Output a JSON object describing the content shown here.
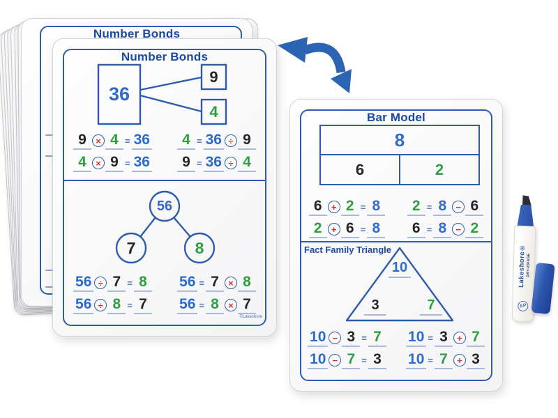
{
  "colors": {
    "template_blue": "#2e5cac",
    "title_blue": "#1a4aa5",
    "hand_blue": "#2f6cc8",
    "hand_green": "#2f9e44",
    "hand_black": "#26262a",
    "op_red": "#d9332b",
    "underline": "#a8bad8",
    "arrow_blue": "#2a64b2",
    "cap_blue": "#2d56b0"
  },
  "back_board": {
    "title": "Number Bonds"
  },
  "front_board": {
    "title": "Number Bonds",
    "bond_box": {
      "whole": {
        "v": "36",
        "c": "b"
      },
      "part_top": {
        "v": "9",
        "c": "k"
      },
      "part_bottom": {
        "v": "4",
        "c": "g"
      }
    },
    "eq_top": [
      {
        "t": [
          {
            "v": "9",
            "c": "k"
          },
          {
            "v": "×",
            "c": "r"
          },
          {
            "v": "4",
            "c": "g"
          },
          {
            "v": "=",
            "c": "t"
          },
          {
            "v": "36",
            "c": "b"
          }
        ]
      },
      {
        "t": [
          {
            "v": "4",
            "c": "g"
          },
          {
            "v": "=",
            "c": "t"
          },
          {
            "v": "36",
            "c": "b"
          },
          {
            "v": "÷",
            "c": "r"
          },
          {
            "v": "9",
            "c": "k"
          }
        ]
      },
      {
        "t": [
          {
            "v": "4",
            "c": "g"
          },
          {
            "v": "×",
            "c": "r"
          },
          {
            "v": "9",
            "c": "k"
          },
          {
            "v": "=",
            "c": "t"
          },
          {
            "v": "36",
            "c": "b"
          }
        ]
      },
      {
        "t": [
          {
            "v": "9",
            "c": "k"
          },
          {
            "v": "=",
            "c": "t"
          },
          {
            "v": "36",
            "c": "b"
          },
          {
            "v": "÷",
            "c": "r"
          },
          {
            "v": "4",
            "c": "g"
          }
        ]
      }
    ],
    "bond_circle": {
      "whole": {
        "v": "56",
        "c": "b"
      },
      "left": {
        "v": "7",
        "c": "k"
      },
      "right": {
        "v": "8",
        "c": "g"
      }
    },
    "eq_bottom": [
      {
        "t": [
          {
            "v": "56",
            "c": "b"
          },
          {
            "v": "÷",
            "c": "r"
          },
          {
            "v": "7",
            "c": "k"
          },
          {
            "v": "=",
            "c": "t"
          },
          {
            "v": "8",
            "c": "g"
          }
        ]
      },
      {
        "t": [
          {
            "v": "56",
            "c": "b"
          },
          {
            "v": "=",
            "c": "t"
          },
          {
            "v": "7",
            "c": "k"
          },
          {
            "v": "×",
            "c": "r"
          },
          {
            "v": "8",
            "c": "g"
          }
        ]
      },
      {
        "t": [
          {
            "v": "56",
            "c": "b"
          },
          {
            "v": "÷",
            "c": "r"
          },
          {
            "v": "8",
            "c": "g"
          },
          {
            "v": "=",
            "c": "t"
          },
          {
            "v": "7",
            "c": "k"
          }
        ]
      },
      {
        "t": [
          {
            "v": "56",
            "c": "b"
          },
          {
            "v": "=",
            "c": "t"
          },
          {
            "v": "8",
            "c": "g"
          },
          {
            "v": "×",
            "c": "r"
          },
          {
            "v": "7",
            "c": "k"
          }
        ]
      }
    ],
    "copyright": "©Lakeshore"
  },
  "right_board": {
    "title": "Bar Model",
    "bar": {
      "whole": {
        "v": "8",
        "c": "b"
      },
      "left": {
        "v": "6",
        "c": "k"
      },
      "right": {
        "v": "2",
        "c": "g"
      }
    },
    "eq_top": [
      {
        "t": [
          {
            "v": "6",
            "c": "k"
          },
          {
            "v": "+",
            "c": "r"
          },
          {
            "v": "2",
            "c": "g"
          },
          {
            "v": "=",
            "c": "t"
          },
          {
            "v": "8",
            "c": "b"
          }
        ]
      },
      {
        "t": [
          {
            "v": "2",
            "c": "g"
          },
          {
            "v": "=",
            "c": "t"
          },
          {
            "v": "8",
            "c": "b"
          },
          {
            "v": "−",
            "c": "r"
          },
          {
            "v": "6",
            "c": "k"
          }
        ]
      },
      {
        "t": [
          {
            "v": "2",
            "c": "g"
          },
          {
            "v": "+",
            "c": "r"
          },
          {
            "v": "6",
            "c": "k"
          },
          {
            "v": "=",
            "c": "t"
          },
          {
            "v": "8",
            "c": "b"
          }
        ]
      },
      {
        "t": [
          {
            "v": "6",
            "c": "k"
          },
          {
            "v": "=",
            "c": "t"
          },
          {
            "v": "8",
            "c": "b"
          },
          {
            "v": "−",
            "c": "r"
          },
          {
            "v": "2",
            "c": "g"
          }
        ]
      }
    ],
    "triangle_label": "Fact Family Triangle",
    "triangle": {
      "top": {
        "v": "10",
        "c": "b"
      },
      "left": {
        "v": "3",
        "c": "k"
      },
      "right": {
        "v": "7",
        "c": "g"
      }
    },
    "eq_bottom": [
      {
        "t": [
          {
            "v": "10",
            "c": "b"
          },
          {
            "v": "−",
            "c": "r"
          },
          {
            "v": "3",
            "c": "k"
          },
          {
            "v": "=",
            "c": "t"
          },
          {
            "v": "7",
            "c": "g"
          }
        ]
      },
      {
        "t": [
          {
            "v": "10",
            "c": "b"
          },
          {
            "v": "=",
            "c": "t"
          },
          {
            "v": "3",
            "c": "k"
          },
          {
            "v": "+",
            "c": "r"
          },
          {
            "v": "7",
            "c": "g"
          }
        ]
      },
      {
        "t": [
          {
            "v": "10",
            "c": "b"
          },
          {
            "v": "−",
            "c": "r"
          },
          {
            "v": "7",
            "c": "g"
          },
          {
            "v": "=",
            "c": "t"
          },
          {
            "v": "3",
            "c": "k"
          }
        ]
      },
      {
        "t": [
          {
            "v": "10",
            "c": "b"
          },
          {
            "v": "=",
            "c": "t"
          },
          {
            "v": "7",
            "c": "g"
          },
          {
            "v": "+",
            "c": "r"
          },
          {
            "v": "3",
            "c": "k"
          }
        ]
      }
    ]
  },
  "marker": {
    "brand": "Lakeshore®",
    "type": "DRY-ERASE",
    "seal": "AP"
  }
}
